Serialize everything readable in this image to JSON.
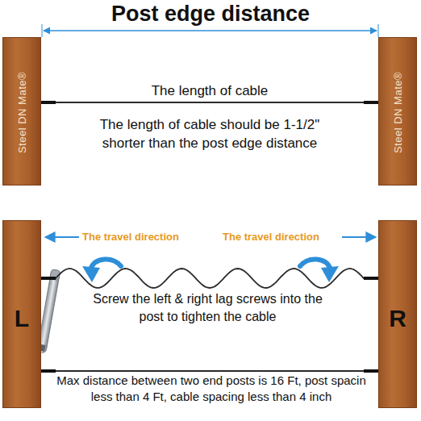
{
  "diagram": {
    "title": "Post edge distance",
    "nodes": [
      {
        "text": [
          "Steel DN Mate®"
        ]
      },
      {
        "text": [
          "Steel DN Mate®"
        ]
      },
      {
        "text": [
          "L"
        ]
      },
      {
        "text": [
          "R"
        ]
      }
    ],
    "edges": [
      {
        "from": 0,
        "to": 1,
        "arrow": "none"
      },
      {
        "from": 2,
        "to": 3,
        "arrow": "none"
      },
      {
        "from": 2,
        "to": 3,
        "arrow": "none"
      }
    ],
    "labels": [
      "The length of cable",
      "The length of cable should be 1-1/2\" shorter than the post edge distance",
      "The travel direction",
      "The travel direction",
      "Screw the left & right lag screws into the post to tighten the cable",
      "Max distance between two end posts is 16 Ft, post spacin less than 4 Ft, cable spacing less than 4 inch"
    ]
  }
}
